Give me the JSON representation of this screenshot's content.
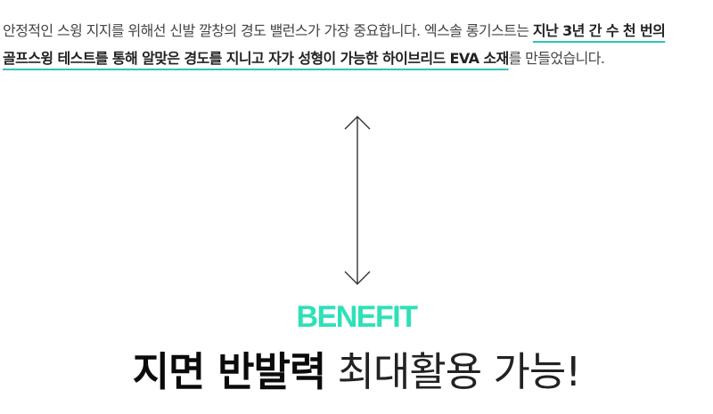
{
  "intro": {
    "text_before": "안정적인 스윙 지지를 위해선 신발 깔창의 경도 밸런스가 가장 중요합니다. 엑스솔 롱기스트는 ",
    "highlight_1": "지난 3년 간 수 천 번의 골프스윙 테스트를 통해 알맞은 경도를 지니고 자가 성형이 가능한 하이브리드 EVA 소재",
    "text_after": "를 만들었습니다."
  },
  "arrow_icon": "double-headed-vertical-arrow-icon",
  "benefit": {
    "label": "BENEFIT",
    "color": "#2ee0b8"
  },
  "headline": {
    "strong": "지면 반발력",
    "light": " 최대활용 가능!"
  },
  "colors": {
    "accent": "#2ec4b6",
    "text": "#444444",
    "headline": "#111111"
  }
}
